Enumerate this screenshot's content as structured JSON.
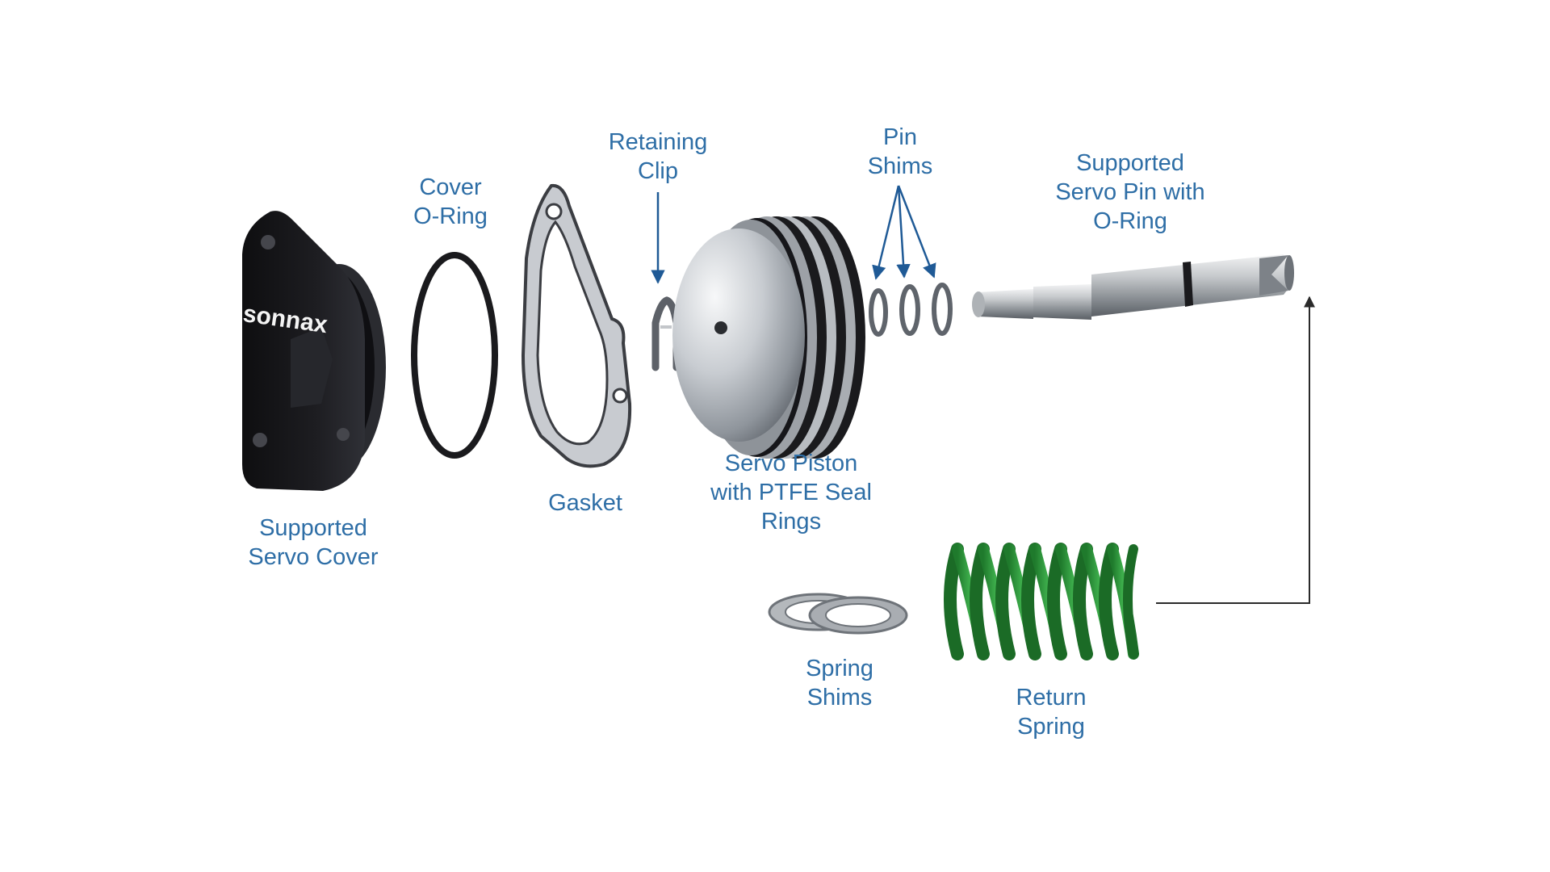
{
  "brand": "sonnax",
  "colors": {
    "label": "#2e6ea6",
    "arrow": "#1f5a96",
    "cover": "#17171a",
    "metal": "#c9ccd0",
    "spring": "#2f9a3c"
  },
  "labels": {
    "servo_cover": [
      "Supported",
      "Servo Cover"
    ],
    "cover_oring": [
      "Cover",
      "O-Ring"
    ],
    "gasket": [
      "Gasket"
    ],
    "retaining_clip": [
      "Retaining",
      "Clip"
    ],
    "servo_piston": [
      "Servo Piston",
      "with PTFE Seal",
      "Rings"
    ],
    "pin_shims": [
      "Pin",
      "Shims"
    ],
    "servo_pin": [
      "Supported",
      "Servo Pin with",
      "O-Ring"
    ],
    "spring_shims": [
      "Spring",
      "Shims"
    ],
    "return_spring": [
      "Return",
      "Spring"
    ]
  }
}
